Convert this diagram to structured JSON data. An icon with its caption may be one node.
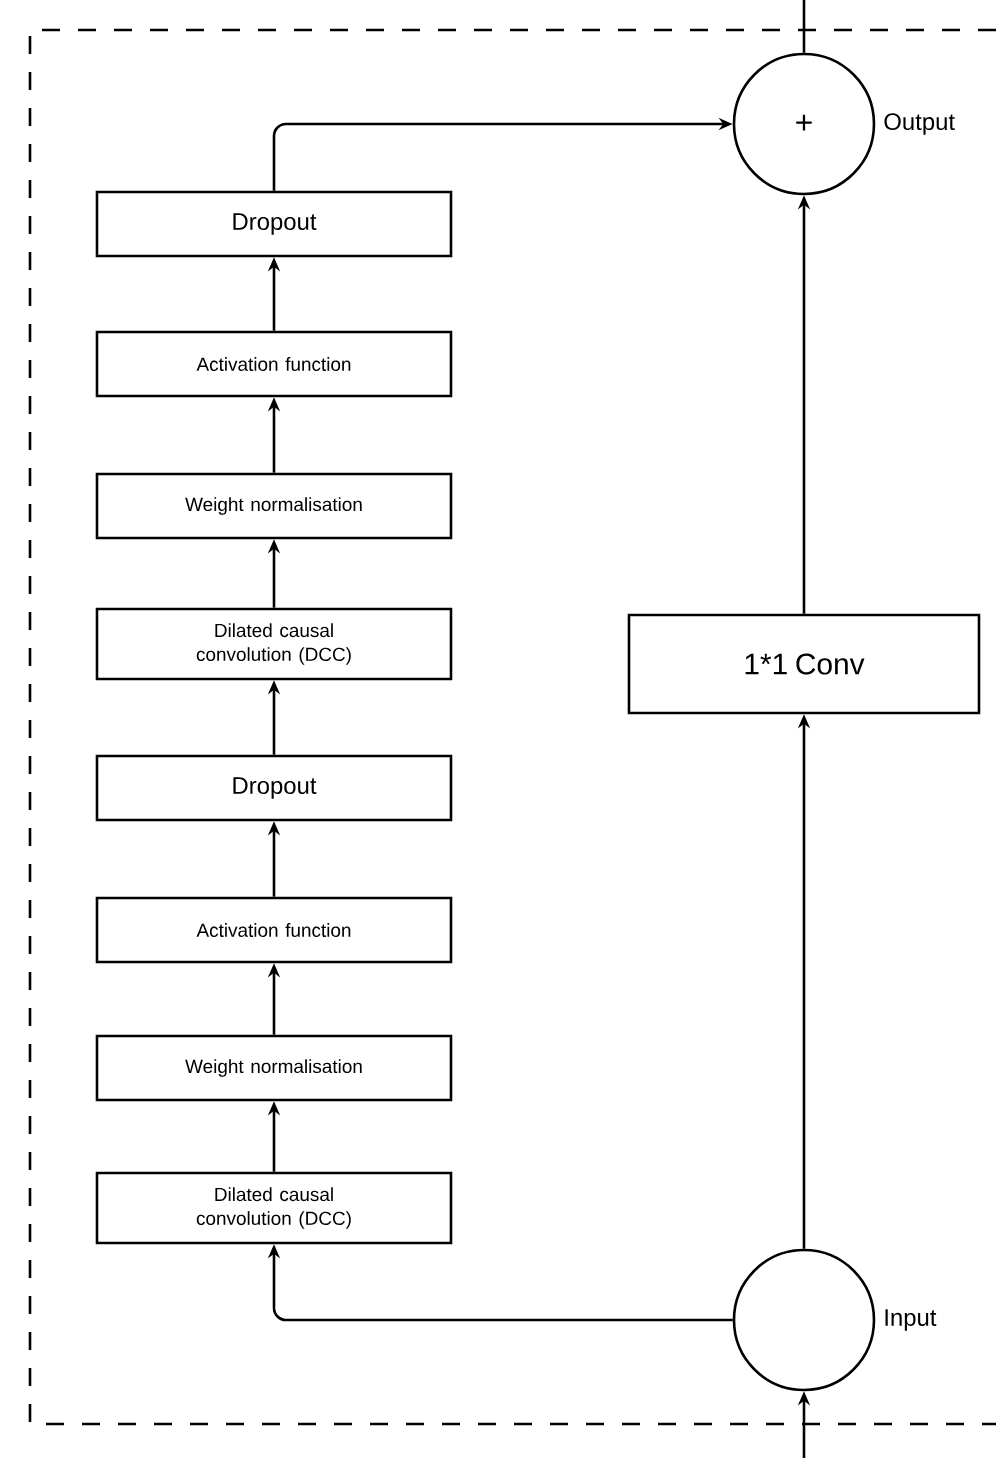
{
  "diagram": {
    "nodes": [
      {
        "text": [
          "+"
        ],
        "beside": [
          "Output"
        ]
      },
      {
        "text": [
          "Dropout"
        ]
      },
      {
        "text": [
          "Activation function"
        ]
      },
      {
        "text": [
          "Weight normalisation"
        ]
      },
      {
        "text": [
          "Dilated causal convolution (DCC)"
        ]
      },
      {
        "text": [
          "Dropout"
        ]
      },
      {
        "text": [
          "Activation function"
        ]
      },
      {
        "text": [
          "Weight normalisation"
        ]
      },
      {
        "text": [
          "Dilated causal convolution (DCC)"
        ]
      },
      {
        "text": [
          "1*1 Conv"
        ]
      },
      {
        "text": [],
        "shape": "circle",
        "beside": [
          "Input"
        ]
      }
    ],
    "edges": [
      {
        "from": null,
        "to": 10,
        "arrow": "to"
      },
      {
        "from": 10,
        "to": 8,
        "arrow": "to"
      },
      {
        "from": 8,
        "to": 7,
        "arrow": "to"
      },
      {
        "from": 7,
        "to": 6,
        "arrow": "to"
      },
      {
        "from": 6,
        "to": 5,
        "arrow": "to"
      },
      {
        "from": 5,
        "to": 4,
        "arrow": "to"
      },
      {
        "from": 4,
        "to": 3,
        "arrow": "to"
      },
      {
        "from": 3,
        "to": 2,
        "arrow": "to"
      },
      {
        "from": 2,
        "to": 1,
        "arrow": "to"
      },
      {
        "from": 1,
        "to": 0,
        "arrow": "to"
      },
      {
        "from": 10,
        "to": 9,
        "arrow": "to"
      },
      {
        "from": 9,
        "to": 0,
        "arrow": "to"
      },
      {
        "from": 0,
        "to": null,
        "arrow": "none"
      }
    ]
  }
}
